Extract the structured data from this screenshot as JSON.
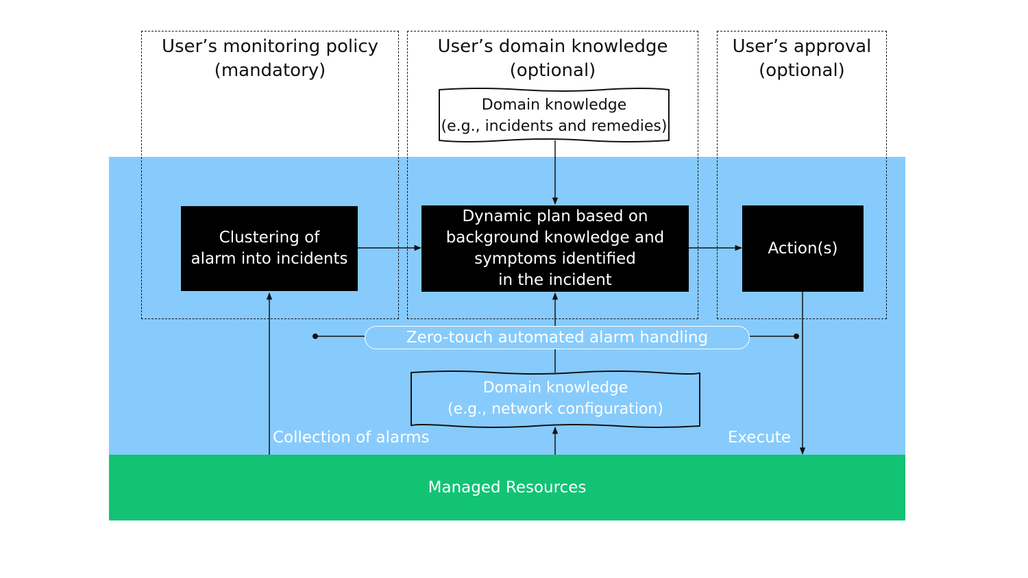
{
  "zones": {
    "monitoring": {
      "line1": "User’s monitoring policy",
      "line2": "(mandatory)"
    },
    "domain": {
      "line1": "User’s domain knowledge",
      "line2": "(optional)"
    },
    "approval": {
      "line1": "User’s approval",
      "line2": "(optional)"
    }
  },
  "boxes": {
    "clustering": {
      "line1": "Clustering of",
      "line2": "alarm into incidents"
    },
    "dynamic_plan": {
      "line1": "Dynamic plan based on",
      "line2": "background knowledge and",
      "line3": "symptoms identified",
      "line4": "in the incident"
    },
    "actions": {
      "label": "Action(s)"
    }
  },
  "domain_knowledge_top": {
    "line1": "Domain knowledge",
    "line2": "(e.g., incidents and remedies)"
  },
  "domain_knowledge_bottom": {
    "line1": "Domain knowledge",
    "line2": "(e.g., network configuration)"
  },
  "zero_touch": "Zero-touch automated alarm handling",
  "collection_label": "Collection of alarms",
  "execute_label": "Execute",
  "managed_resources": "Managed Resources",
  "colors": {
    "blue_zone": "#87cbfc",
    "green_zone": "#12c373",
    "box": "#000000"
  }
}
